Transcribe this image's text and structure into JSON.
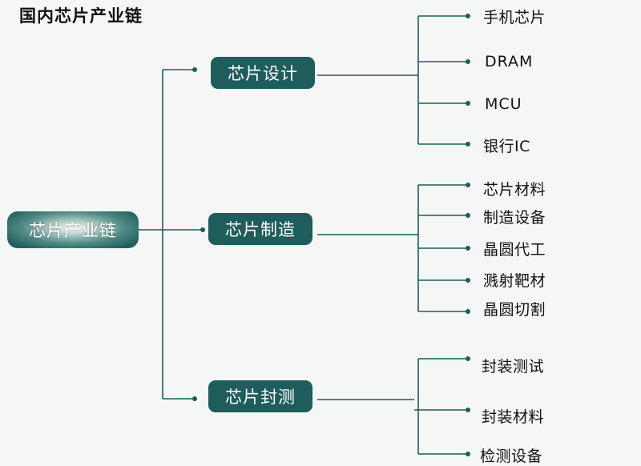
{
  "title": "国内芯片产业链",
  "root": "芯片产业链",
  "categories": [
    {
      "label": "芯片设计",
      "items": [
        "手机芯片",
        "DRAM",
        "MCU",
        "银行IC"
      ]
    },
    {
      "label": "芯片制造",
      "items": [
        "芯片材料",
        "制造设备",
        "晶圆代工",
        "溅射靶材",
        "晶圆切割"
      ]
    },
    {
      "label": "芯片封测",
      "items": [
        "封装测试",
        "封装材料",
        "检测设备"
      ]
    }
  ],
  "colors": {
    "node": "#1e5d5b",
    "line": "#1e5d5b",
    "text": "#111111"
  }
}
